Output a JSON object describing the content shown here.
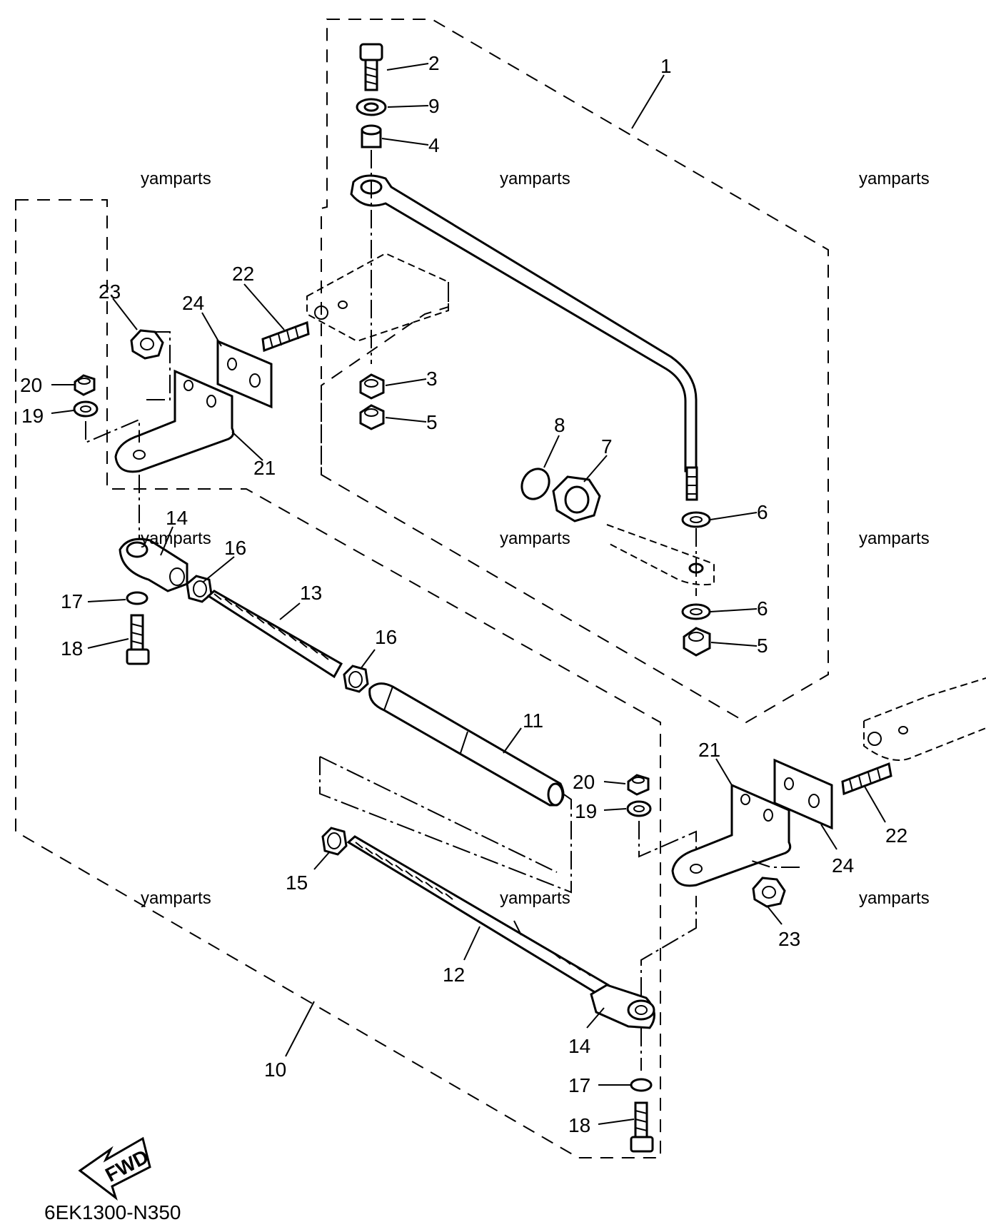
{
  "diagram_code": "6EK1300-N350",
  "fwd_label": "FWD",
  "watermark": "yamparts",
  "callouts": {
    "c1": "1",
    "c2": "2",
    "c3": "3",
    "c4": "4",
    "c5a": "5",
    "c5b": "5",
    "c6a": "6",
    "c6b": "6",
    "c7": "7",
    "c8": "8",
    "c9": "9",
    "c10": "10",
    "c11": "11",
    "c12": "12",
    "c13": "13",
    "c14a": "14",
    "c14b": "14",
    "c15": "15",
    "c16a": "16",
    "c16b": "16",
    "c17a": "17",
    "c17b": "17",
    "c18a": "18",
    "c18b": "18",
    "c19a": "19",
    "c19b": "19",
    "c20a": "20",
    "c20b": "20",
    "c21a": "21",
    "c21b": "21",
    "c22a": "22",
    "c22b": "22",
    "c23a": "23",
    "c23b": "23",
    "c24a": "24",
    "c24b": "24"
  }
}
